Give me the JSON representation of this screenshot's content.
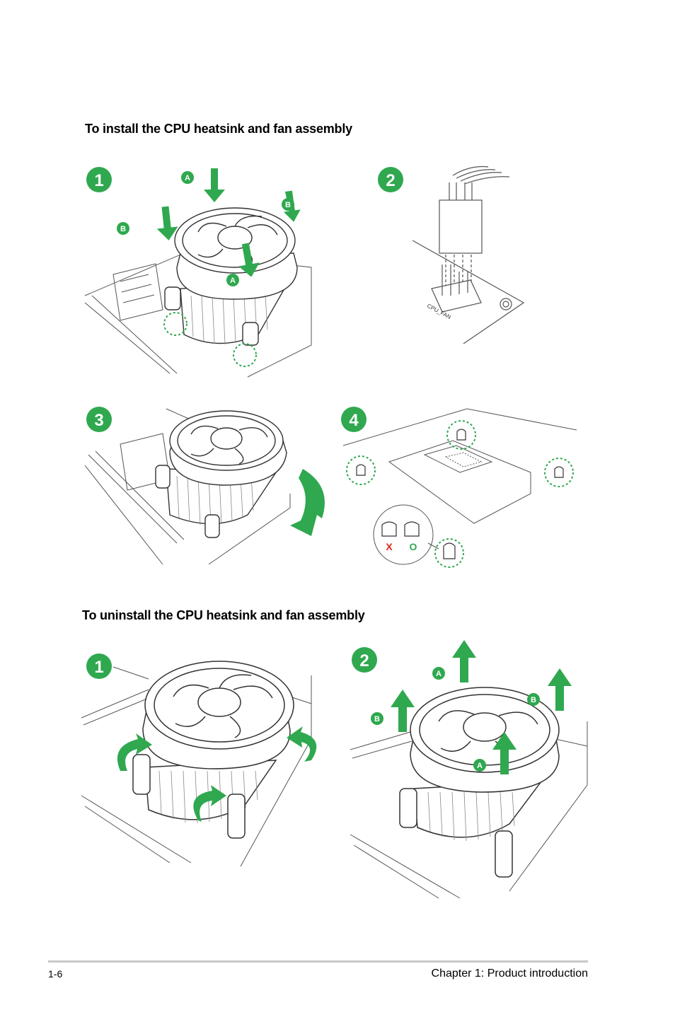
{
  "install": {
    "heading": "To install the CPU heatsink and fan assembly",
    "steps": [
      {
        "number": "1",
        "labels": [
          "A",
          "B",
          "B",
          "A"
        ]
      },
      {
        "number": "2",
        "connector_label": "CPU_FAN"
      },
      {
        "number": "3"
      },
      {
        "number": "4",
        "wrong_mark": "X",
        "right_mark": "O"
      }
    ]
  },
  "uninstall": {
    "heading": "To uninstall the CPU heatsink and fan assembly",
    "steps": [
      {
        "number": "1"
      },
      {
        "number": "2",
        "labels": [
          "A",
          "B",
          "B",
          "A"
        ]
      }
    ]
  },
  "footer": {
    "page_number": "1-6",
    "chapter": "Chapter 1: Product introduction"
  },
  "colors": {
    "accent_green": "#2fa84f",
    "wrong_red": "#e2231a",
    "line_gray": "#555555"
  }
}
